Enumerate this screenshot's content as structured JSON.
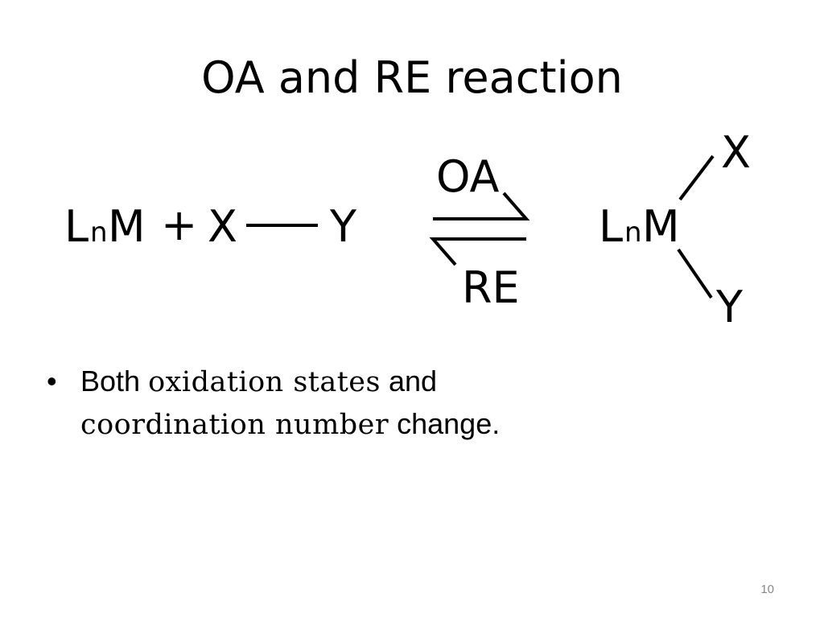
{
  "slide": {
    "title": "OA and RE reaction",
    "page_number": "10"
  },
  "scheme": {
    "reactant_L": "L",
    "reactant_n": "n",
    "reactant_M": "M",
    "plus": "+",
    "reagent_X": "X",
    "reagent_Y": "Y",
    "forward_label": "OA",
    "reverse_label": "RE",
    "product_L": "L",
    "product_n": "n",
    "product_M": "M",
    "product_X": "X",
    "product_Y": "Y"
  },
  "bullet": {
    "marker": "•",
    "part1": "Both ",
    "part2": "oxidation states",
    "part3": " and",
    "part4": "coordination number",
    "part5": " change."
  }
}
